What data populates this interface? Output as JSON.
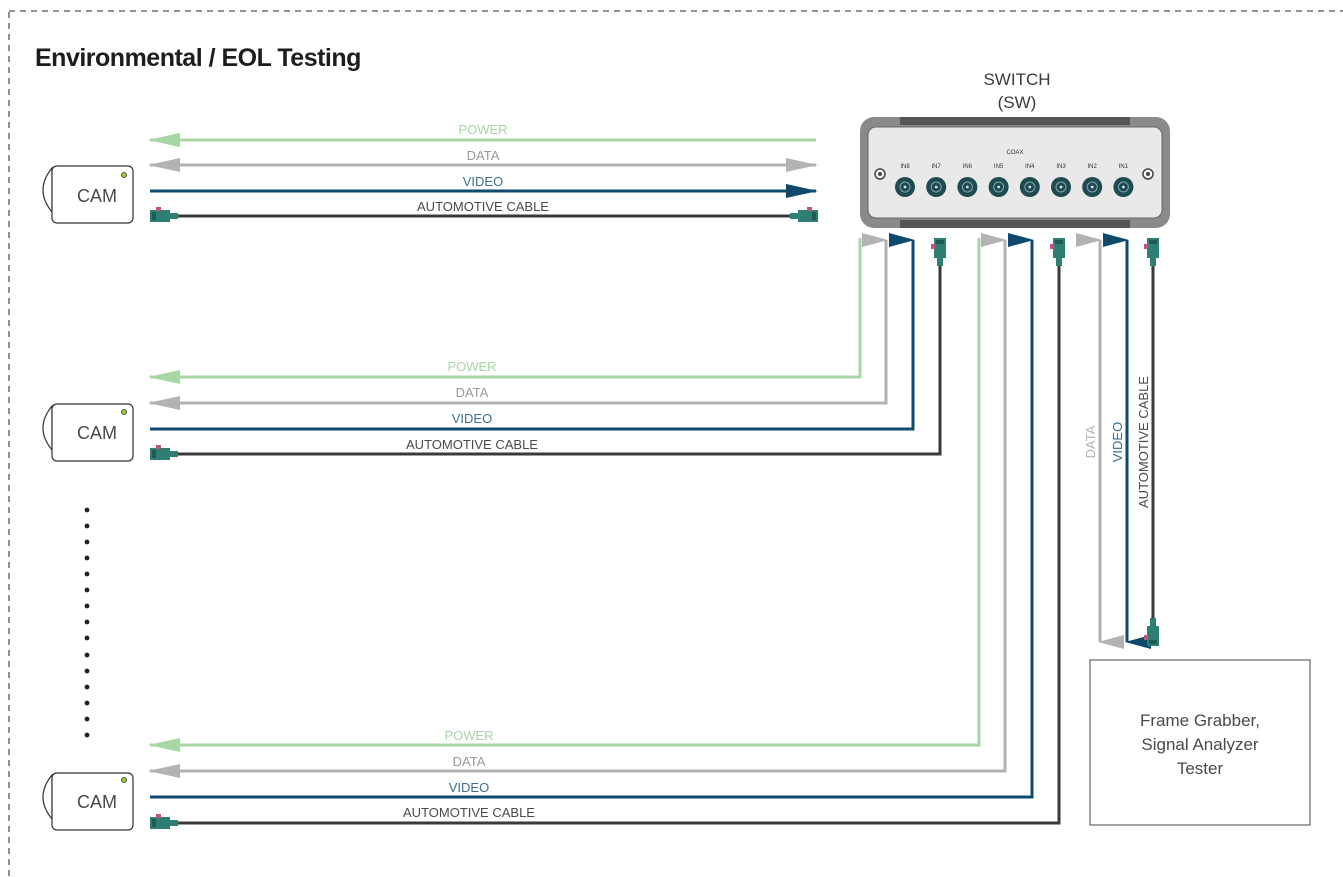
{
  "title": "Environmental / EOL Testing",
  "switch": {
    "label_line1": "SWITCH",
    "label_line2": "(SW)",
    "coax_label": "COAX",
    "ports": [
      "IN8",
      "IN7",
      "IN6",
      "IN5",
      "IN4",
      "IN3",
      "IN2",
      "IN1"
    ]
  },
  "cameras": [
    {
      "label": "CAM",
      "power": "POWER",
      "data": "DATA",
      "video": "VIDEO",
      "cable": "AUTOMOTIVE CABLE"
    },
    {
      "label": "CAM",
      "power": "POWER",
      "data": "DATA",
      "video": "VIDEO",
      "cable": "AUTOMOTIVE CABLE"
    },
    {
      "label": "CAM",
      "power": "POWER",
      "data": "DATA",
      "video": "VIDEO",
      "cable": "AUTOMOTIVE CABLE"
    }
  ],
  "tester": {
    "line1": "Frame Grabber,",
    "line2": "Signal Analyzer",
    "line3": "Tester",
    "data": "DATA",
    "video": "VIDEO",
    "cable": "AUTOMOTIVE CABLE"
  },
  "colors": {
    "power": "#a8d5a4",
    "data": "#b3b3b3",
    "video": "#0e4a6e",
    "cable": "#3a3a3a",
    "connector": "#2e7e74",
    "connector_pin": "#c2527a",
    "text": "#4a4a4a"
  }
}
